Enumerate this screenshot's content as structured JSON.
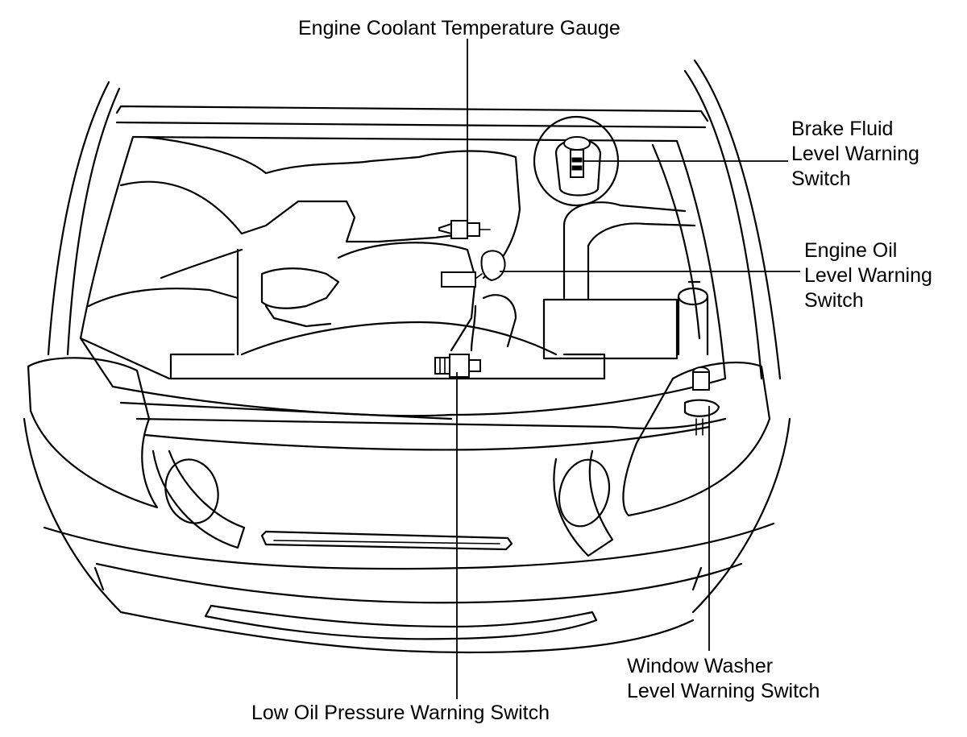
{
  "labels": {
    "coolant": "Engine Coolant Temperature Gauge",
    "brake": [
      "Brake Fluid",
      "Level Warning",
      "Switch"
    ],
    "engine_oil": [
      "Engine Oil",
      "Level Warning",
      "Switch"
    ],
    "low_oil": "Low Oil Pressure Warning Switch",
    "washer": [
      "Window Washer",
      "Level Warning Switch"
    ]
  }
}
